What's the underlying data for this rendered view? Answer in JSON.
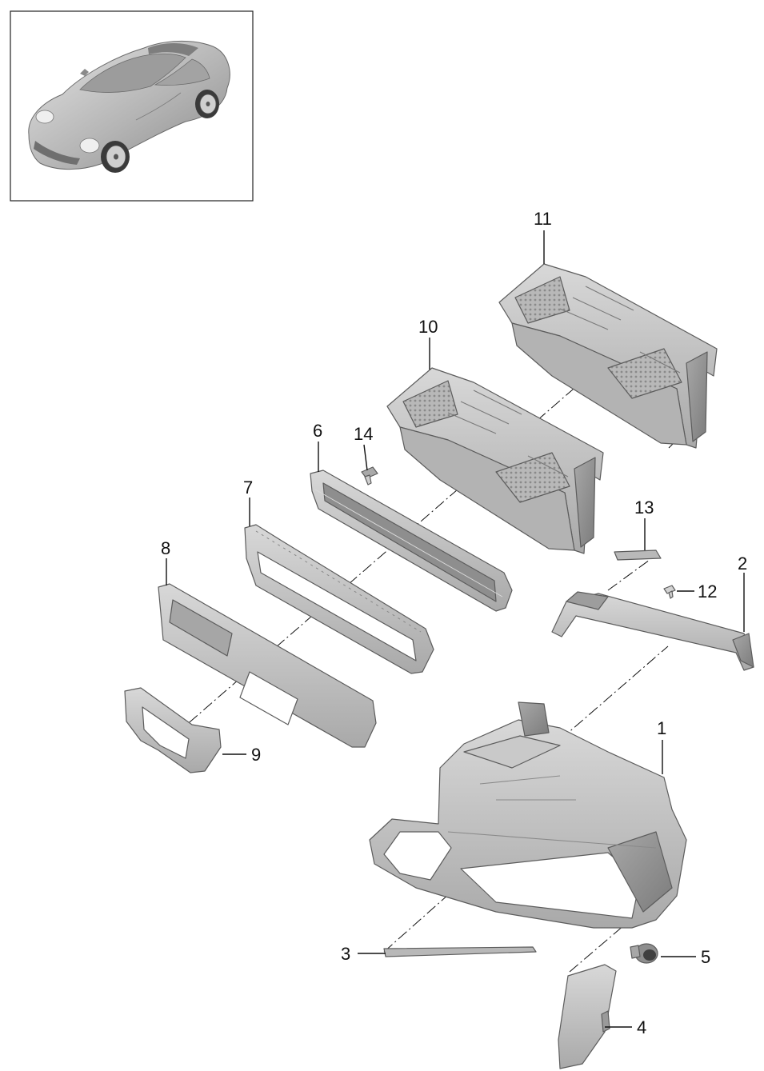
{
  "diagram": {
    "vehicle_thumbnail": "car-thumbnail",
    "colors": {
      "part_fill": "#bdbdbd",
      "part_fill_dark": "#8f8f8f",
      "part_fill_light": "#d6d6d6",
      "line": "#111111"
    },
    "callouts": [
      {
        "id": "1",
        "label": "1"
      },
      {
        "id": "2",
        "label": "2"
      },
      {
        "id": "3",
        "label": "3"
      },
      {
        "id": "4",
        "label": "4"
      },
      {
        "id": "5",
        "label": "5"
      },
      {
        "id": "6",
        "label": "6"
      },
      {
        "id": "7",
        "label": "7"
      },
      {
        "id": "8",
        "label": "8"
      },
      {
        "id": "9",
        "label": "9"
      },
      {
        "id": "10",
        "label": "10"
      },
      {
        "id": "11",
        "label": "11"
      },
      {
        "id": "12",
        "label": "12"
      },
      {
        "id": "13",
        "label": "13"
      },
      {
        "id": "14",
        "label": "14"
      }
    ]
  }
}
